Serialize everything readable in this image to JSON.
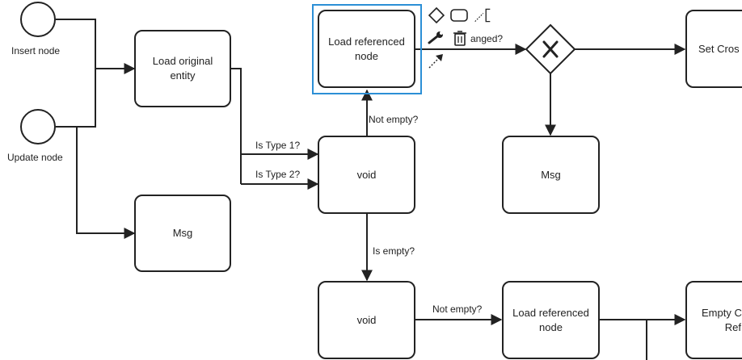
{
  "events": {
    "insert": "Insert node",
    "update": "Update node"
  },
  "tasks": {
    "load_original": "Load original entity",
    "load_ref_top": "Load referenced node",
    "void_mid": "void",
    "msg_left": "Msg",
    "msg_right": "Msg",
    "set_cross": "Set Cros",
    "void_bottom": "void",
    "load_ref_bottom": "Load referenced node",
    "empty_right_line1": "Empty C",
    "empty_right_line2": "Ref"
  },
  "flows": {
    "is_type1": "Is Type 1?",
    "is_type2": "Is Type 2?",
    "not_empty_top": "Not empty?",
    "is_empty": "Is empty?",
    "not_empty_bottom": "Not empty?",
    "changed": "anged?"
  },
  "gateway": {
    "symbol": "X"
  },
  "context_pad": {
    "icons": [
      "diamond-icon",
      "rounded-rect-icon",
      "connector-icon",
      "wrench-icon",
      "trash-icon",
      "arrow-icon"
    ]
  },
  "colors": {
    "selection": "#2c8fd6",
    "stroke": "#222222"
  }
}
